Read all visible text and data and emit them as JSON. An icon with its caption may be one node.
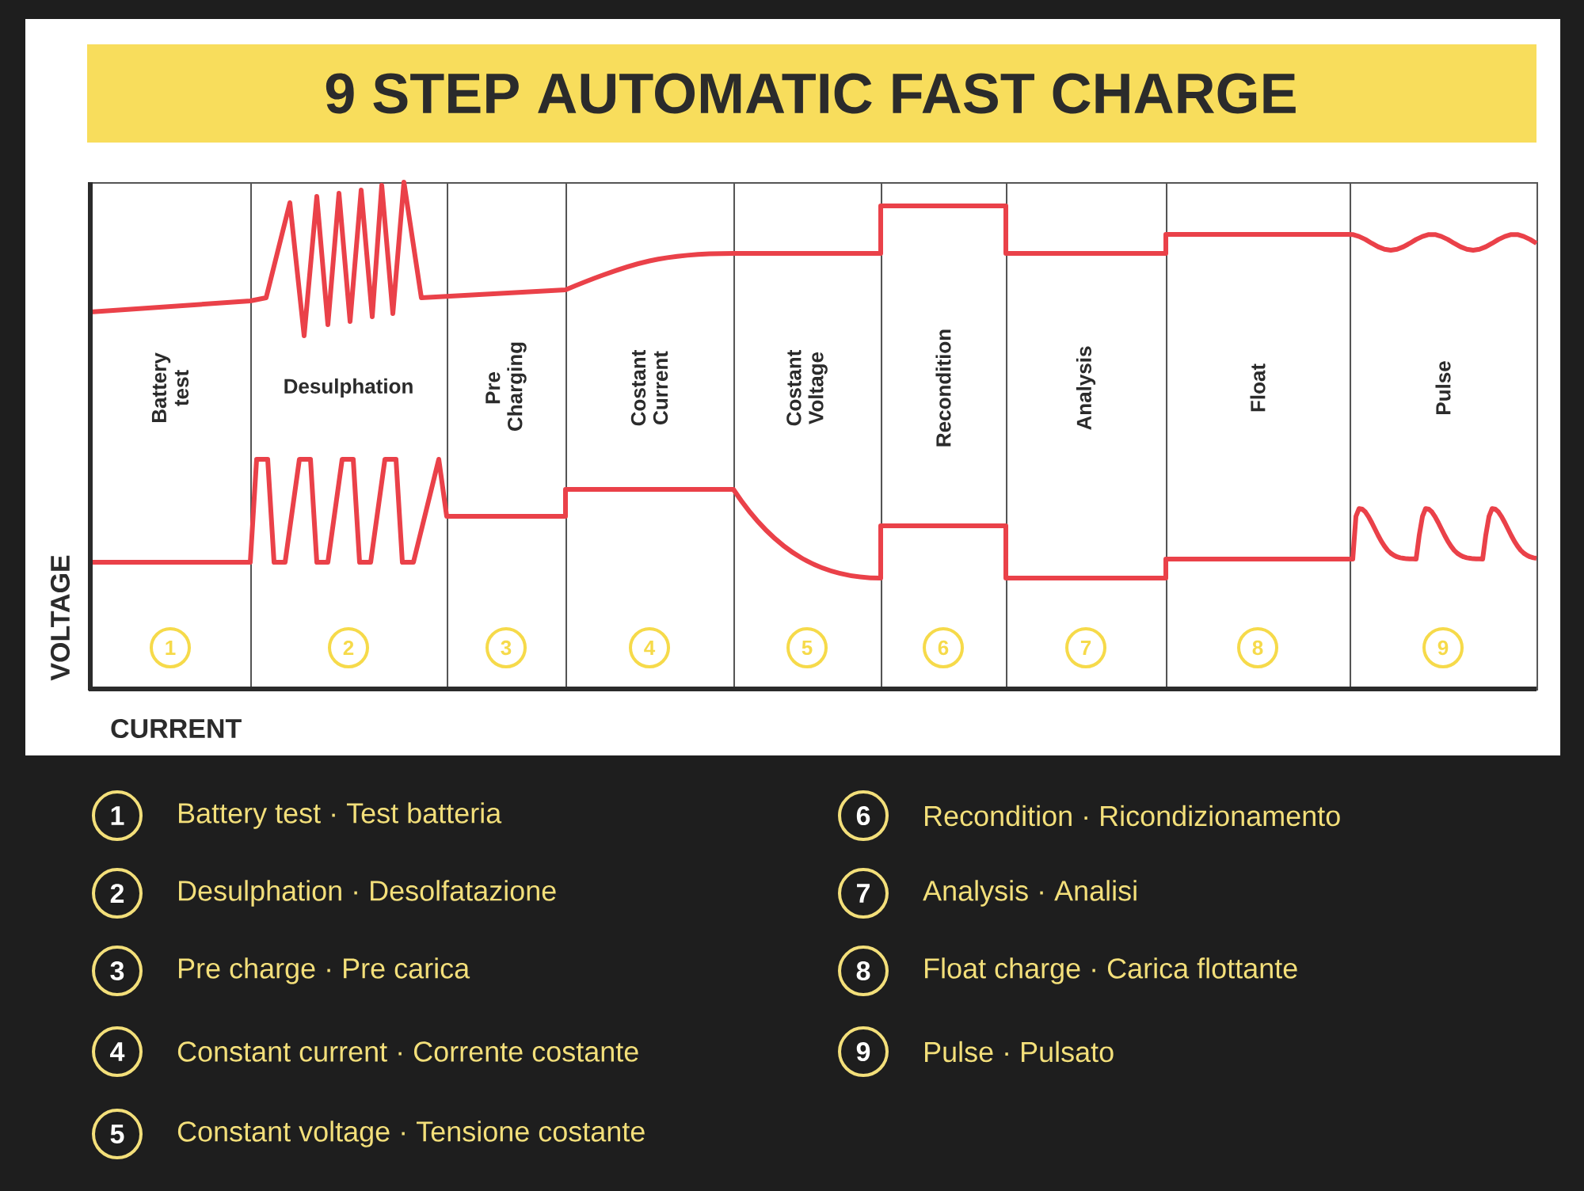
{
  "diagram": {
    "title": "9 STEP AUTOMATIC FAST CHARGE",
    "nodes": [
      {
        "text": [
          "Battery test"
        ]
      },
      {
        "text": [
          "1"
        ],
        "in": 0
      },
      {
        "text": [
          "Desulphation"
        ]
      },
      {
        "text": [
          "2"
        ],
        "in": 2
      },
      {
        "text": [
          "Pre Charging"
        ]
      },
      {
        "text": [
          "3"
        ],
        "in": 4
      },
      {
        "text": [
          "Costant Current"
        ]
      },
      {
        "text": [
          "4"
        ],
        "in": 6
      },
      {
        "text": [
          "Costant Voltage"
        ]
      },
      {
        "text": [
          "5"
        ],
        "in": 8
      },
      {
        "text": [
          "Recondition"
        ]
      },
      {
        "text": [
          "6"
        ],
        "in": 10
      },
      {
        "text": [
          "Analysis"
        ]
      },
      {
        "text": [
          "7"
        ],
        "in": 12
      },
      {
        "text": [
          "Float"
        ]
      },
      {
        "text": [
          "8"
        ],
        "in": 14
      },
      {
        "text": [
          "Pulse"
        ]
      },
      {
        "text": [
          "9"
        ],
        "in": 16
      },
      {
        "text": [
          "1"
        ],
        "beside": [
          "Battery test · Test batteria"
        ]
      },
      {
        "text": [
          "2"
        ],
        "beside": [
          "Desulphation · Desolfatazione"
        ]
      },
      {
        "text": [
          "3"
        ],
        "beside": [
          "Pre charge · Pre carica"
        ]
      },
      {
        "text": [
          "4"
        ],
        "beside": [
          "Constant current · Corrente costante"
        ]
      },
      {
        "text": [
          "5"
        ],
        "beside": [
          "Constant voltage · Tensione costante"
        ]
      },
      {
        "text": [
          "6"
        ],
        "beside": [
          "Recondition · Ricondizionamento"
        ]
      },
      {
        "text": [
          "7"
        ],
        "beside": [
          "Analysis · Analisi"
        ]
      },
      {
        "text": [
          "8"
        ],
        "beside": [
          "Float charge · Carica flottante"
        ]
      },
      {
        "text": [
          "9"
        ],
        "beside": [
          "Pulse · Pulsato"
        ]
      }
    ],
    "labels": [
      "VOLTAGE",
      "CURRENT"
    ]
  }
}
